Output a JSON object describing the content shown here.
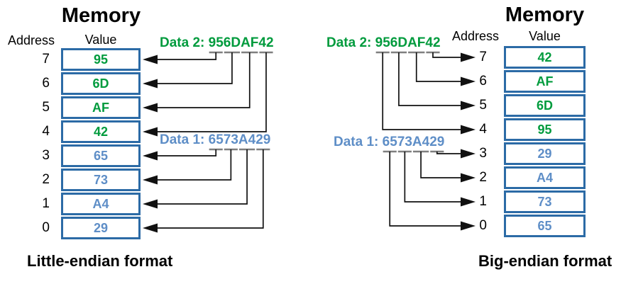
{
  "colors": {
    "green": "#009b3d",
    "blue": "#5e8ec7",
    "cell_border": "#2c6ba6",
    "arrow": "#111111",
    "underline": "#7f7f7f",
    "text": "#000000"
  },
  "diagrams": [
    {
      "id": "little-endian",
      "title": "Memory",
      "address_header": "Address",
      "value_header": "Value",
      "caption": "Little-endian format",
      "arrow_side": "left",
      "rows": [
        {
          "address": "7",
          "value": "95",
          "color": "green"
        },
        {
          "address": "6",
          "value": "6D",
          "color": "green"
        },
        {
          "address": "5",
          "value": "AF",
          "color": "green"
        },
        {
          "address": "4",
          "value": "42",
          "color": "green"
        },
        {
          "address": "3",
          "value": "65",
          "color": "blue"
        },
        {
          "address": "2",
          "value": "73",
          "color": "blue"
        },
        {
          "address": "1",
          "value": "A4",
          "color": "blue"
        },
        {
          "address": "0",
          "value": "29",
          "color": "blue"
        }
      ],
      "data_labels": [
        {
          "name": "data-2",
          "prefix": "Data 2: ",
          "value": "956DAF42",
          "color": "green",
          "bytes": [
            "95",
            "6D",
            "AF",
            "42"
          ],
          "targets": [
            7,
            6,
            5,
            4
          ]
        },
        {
          "name": "data-1",
          "prefix": "Data 1: ",
          "value": "6573A429",
          "color": "blue",
          "bytes": [
            "65",
            "73",
            "A4",
            "29"
          ],
          "targets": [
            3,
            2,
            1,
            0
          ]
        }
      ]
    },
    {
      "id": "big-endian",
      "title": "Memory",
      "address_header": "Address",
      "value_header": "Value",
      "caption": "Big-endian format",
      "arrow_side": "right",
      "rows": [
        {
          "address": "7",
          "value": "42",
          "color": "green"
        },
        {
          "address": "6",
          "value": "AF",
          "color": "green"
        },
        {
          "address": "5",
          "value": "6D",
          "color": "green"
        },
        {
          "address": "4",
          "value": "95",
          "color": "green"
        },
        {
          "address": "3",
          "value": "29",
          "color": "blue"
        },
        {
          "address": "2",
          "value": "A4",
          "color": "blue"
        },
        {
          "address": "1",
          "value": "73",
          "color": "blue"
        },
        {
          "address": "0",
          "value": "65",
          "color": "blue"
        }
      ],
      "data_labels": [
        {
          "name": "data-2",
          "prefix": "Data 2: ",
          "value": "956DAF42",
          "color": "green",
          "bytes": [
            "95",
            "6D",
            "AF",
            "42"
          ],
          "targets": [
            4,
            5,
            6,
            7
          ]
        },
        {
          "name": "data-1",
          "prefix": "Data 1: ",
          "value": "6573A429",
          "color": "blue",
          "bytes": [
            "65",
            "73",
            "A4",
            "29"
          ],
          "targets": [
            0,
            1,
            2,
            3
          ]
        }
      ]
    }
  ]
}
